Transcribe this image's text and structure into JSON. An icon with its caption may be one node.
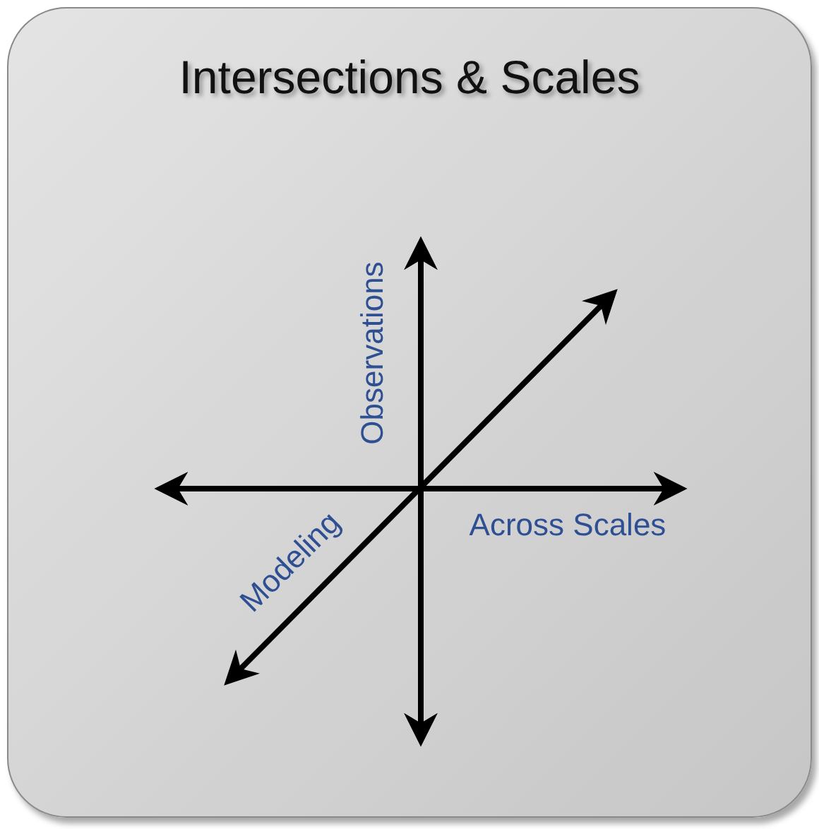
{
  "diagram": {
    "nodes": [
      {
        "text": [
          "Intersections & Scales"
        ]
      }
    ],
    "labels": [
      "Observations",
      "Across Scales",
      "Modeling"
    ]
  }
}
